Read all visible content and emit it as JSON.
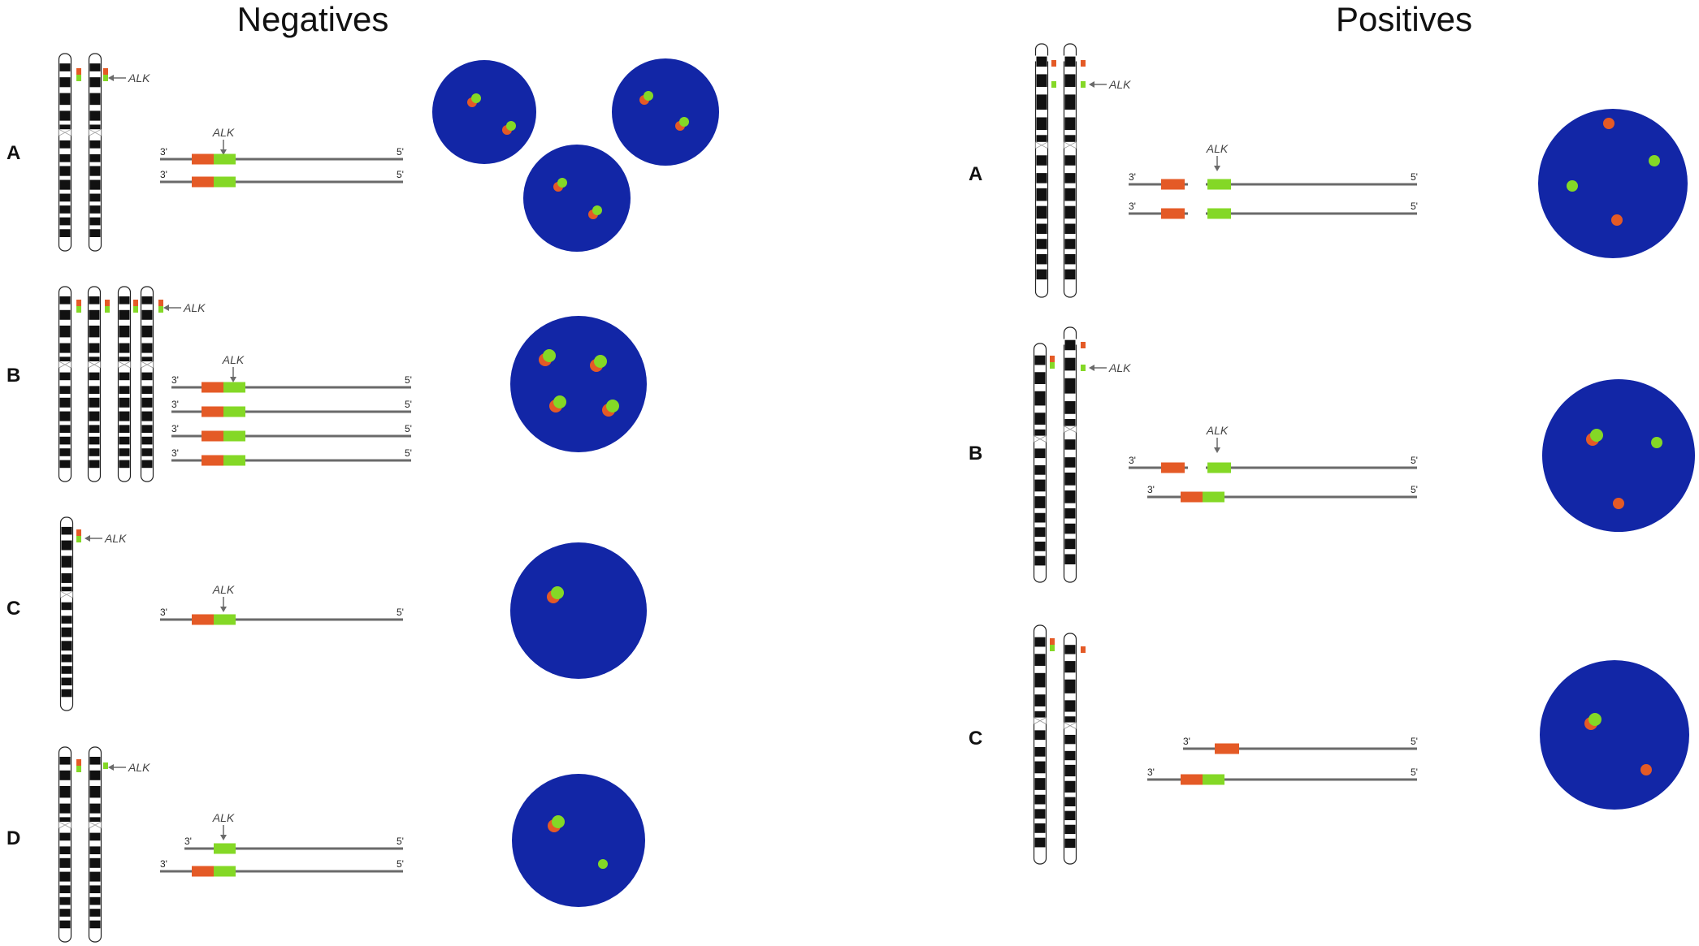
{
  "colors": {
    "nucleus": "#1226a6",
    "red_probe": "#e45a26",
    "green_probe": "#84d826",
    "line": "#6a6a6a",
    "chrom_dark": "#111111"
  },
  "titles": {
    "negatives": "Negatives",
    "positives": "Positives"
  },
  "gene_label": "ALK",
  "strand_end_left": "3'",
  "strand_end_right": "5'",
  "negatives": [
    {
      "letter": "A",
      "chromosomes": 2,
      "strands": [
        "fused",
        "fused"
      ],
      "nucleus_signals": [
        "fusion",
        "fusion",
        "fusion",
        "fusion",
        "fusion",
        "fusion"
      ]
    },
    {
      "letter": "B",
      "chromosomes": 4,
      "strands": [
        "fused",
        "fused",
        "fused",
        "fused"
      ],
      "nucleus_signals": [
        "fusion",
        "fusion",
        "fusion",
        "fusion"
      ]
    },
    {
      "letter": "C",
      "chromosomes": 1,
      "strands": [
        "fused"
      ],
      "nucleus_signals": [
        "fusion"
      ]
    },
    {
      "letter": "D",
      "chromosomes": 2,
      "strands": [
        "green_only",
        "fused"
      ],
      "nucleus_signals": [
        "fusion",
        "green"
      ]
    }
  ],
  "positives": [
    {
      "letter": "A",
      "chromosomes": 2,
      "strands": [
        "split",
        "split"
      ],
      "nucleus_signals": [
        "red",
        "green",
        "green",
        "red"
      ]
    },
    {
      "letter": "B",
      "chromosomes": 2,
      "strands": [
        "split",
        "fused"
      ],
      "nucleus_signals": [
        "fusion",
        "green",
        "red"
      ]
    },
    {
      "letter": "C",
      "chromosomes": 2,
      "strands": [
        "red_only",
        "fused"
      ],
      "nucleus_signals": [
        "fusion",
        "red"
      ]
    }
  ]
}
